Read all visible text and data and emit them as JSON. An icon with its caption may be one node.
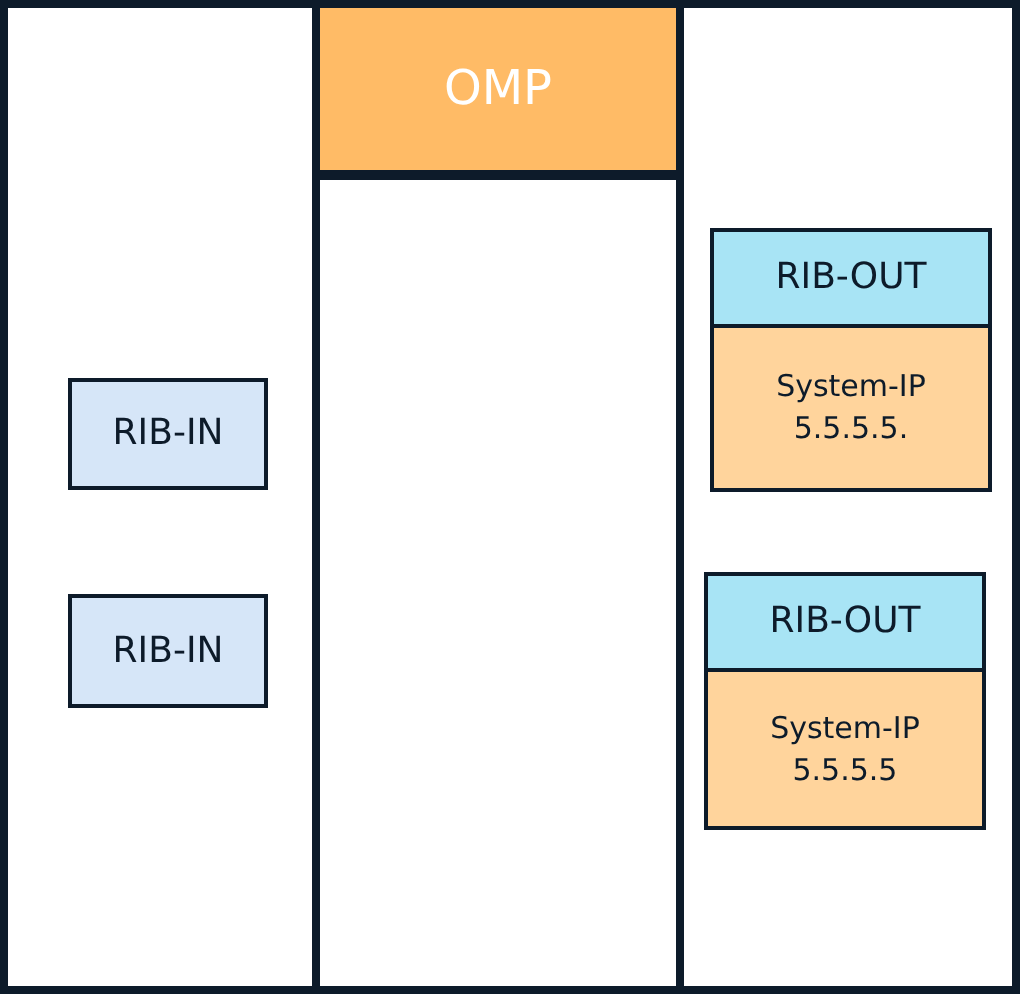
{
  "diagram": {
    "nodes": [
      {
        "text": [],
        "shape": "box"
      },
      {
        "text": [],
        "shape": "box"
      },
      {
        "text": [
          "OMP"
        ],
        "in": 1
      },
      {
        "text": [],
        "shape": "box"
      },
      {
        "text": [
          "RIB-IN"
        ],
        "in": 0
      },
      {
        "text": [
          "RIB-IN"
        ],
        "in": 0
      },
      {
        "text": [
          "RIB-OUT"
        ],
        "in": 3
      },
      {
        "text": [
          "System-IP 5.5.5.5."
        ],
        "in": 3
      },
      {
        "text": [
          "RIB-OUT"
        ],
        "in": 3
      },
      {
        "text": [
          "System-IP 5.5.5.5"
        ],
        "in": 3
      }
    ]
  }
}
